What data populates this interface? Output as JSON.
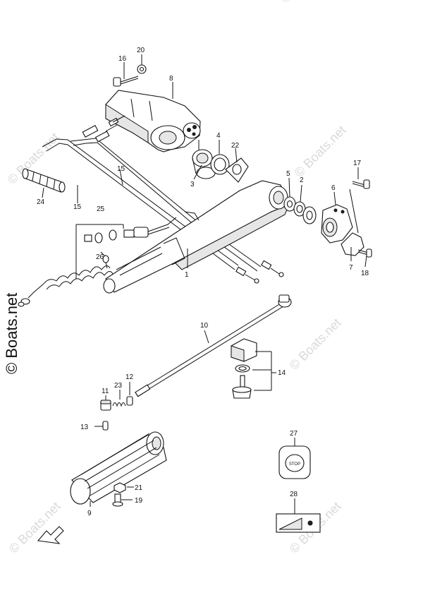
{
  "watermark": {
    "text": "© Boats.net"
  },
  "decal_27": {
    "text": "STOP"
  },
  "parts": [
    {
      "id": "p1",
      "label": "1"
    },
    {
      "id": "p2",
      "label": "2"
    },
    {
      "id": "p3",
      "label": "3"
    },
    {
      "id": "p4",
      "label": "4"
    },
    {
      "id": "p5",
      "label": "5"
    },
    {
      "id": "p6",
      "label": "6"
    },
    {
      "id": "p7",
      "label": "7"
    },
    {
      "id": "p8",
      "label": "8"
    },
    {
      "id": "p9",
      "label": "9"
    },
    {
      "id": "p10",
      "label": "10"
    },
    {
      "id": "p11",
      "label": "11"
    },
    {
      "id": "p12",
      "label": "12"
    },
    {
      "id": "p13",
      "label": "13"
    },
    {
      "id": "p14",
      "label": "14"
    },
    {
      "id": "p15a",
      "label": "15"
    },
    {
      "id": "p15b",
      "label": "15"
    },
    {
      "id": "p16",
      "label": "16"
    },
    {
      "id": "p17",
      "label": "17"
    },
    {
      "id": "p18",
      "label": "18"
    },
    {
      "id": "p19",
      "label": "19"
    },
    {
      "id": "p20",
      "label": "20"
    },
    {
      "id": "p21",
      "label": "21"
    },
    {
      "id": "p22",
      "label": "22"
    },
    {
      "id": "p23",
      "label": "23"
    },
    {
      "id": "p24",
      "label": "24"
    },
    {
      "id": "p25",
      "label": "25"
    },
    {
      "id": "p26",
      "label": "26"
    },
    {
      "id": "p27",
      "label": "27"
    },
    {
      "id": "p28",
      "label": "28"
    }
  ]
}
